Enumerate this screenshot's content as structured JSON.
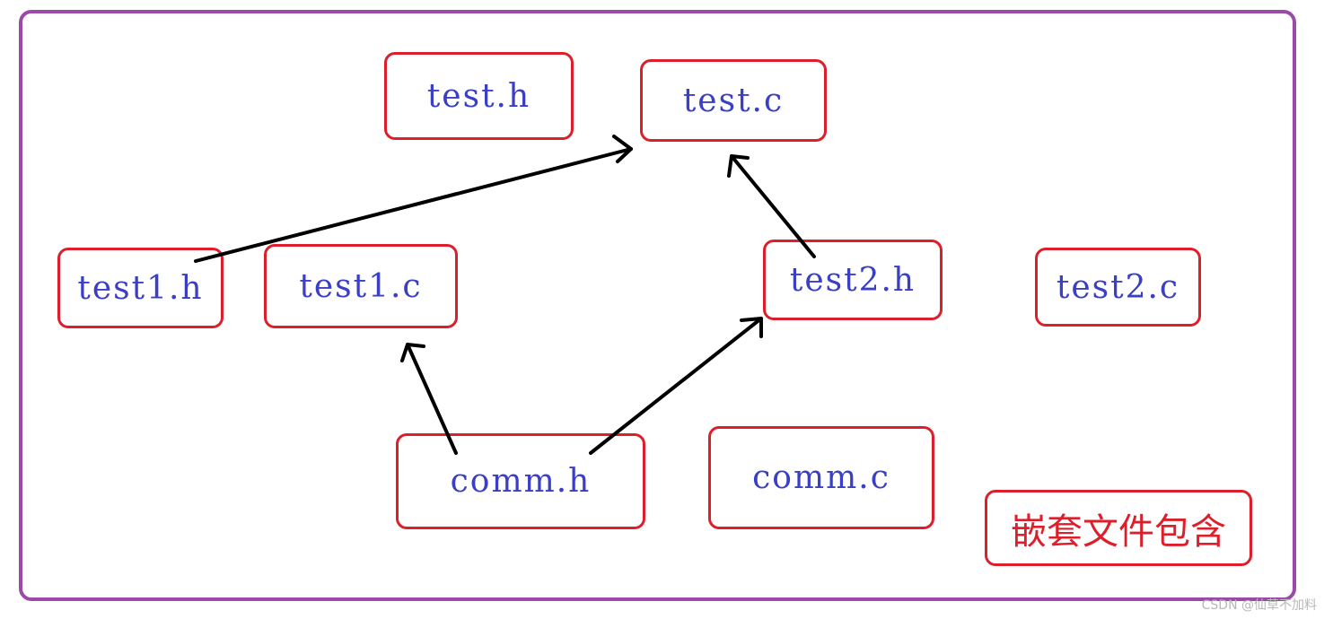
{
  "diagram": {
    "nodes": {
      "test_h": "test.h",
      "test_c": "test.c",
      "test1_h": "test1.h",
      "test1_c": "test1.c",
      "test2_h": "test2.h",
      "test2_c": "test2.c",
      "comm_h": "comm.h",
      "comm_c": "comm.c"
    },
    "title": "嵌套文件包含",
    "edges": [
      {
        "from": "test1.h",
        "to": "test.c"
      },
      {
        "from": "test2.h",
        "to": "test.c"
      },
      {
        "from": "comm.h",
        "to": "test1.c"
      },
      {
        "from": "comm.h",
        "to": "test2.h"
      }
    ],
    "colors": {
      "frame": "#9b4aa8",
      "box_border": "#dd1f2b",
      "node_text": "#3a3fc6",
      "title_text": "#dd1f2b",
      "arrow": "#000000"
    }
  },
  "watermark": "CSDN @仙草不加料"
}
